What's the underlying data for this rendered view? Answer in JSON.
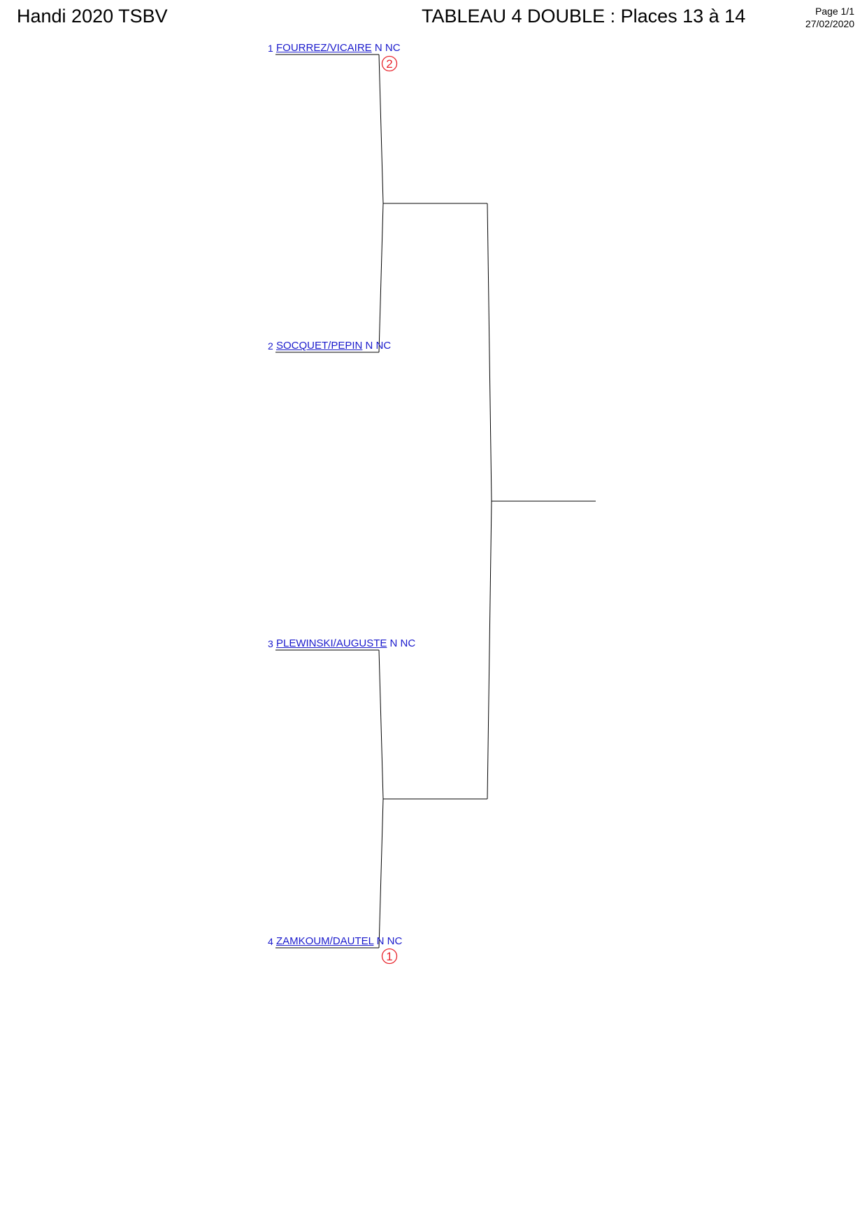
{
  "header": {
    "event": "Handi 2020 TSBV",
    "title": "TABLEAU 4 DOUBLE : Places 13 à 14",
    "page": "Page 1/1",
    "date": "27/02/2020"
  },
  "entries": [
    {
      "seed": "1",
      "name": "FOURREZ/VICAIRE",
      "class": "N NC",
      "badge": "2"
    },
    {
      "seed": "2",
      "name": "SOCQUET/PEPIN",
      "class": "N NC",
      "badge": ""
    },
    {
      "seed": "3",
      "name": "PLEWINSKI/AUGUSTE",
      "class": "N NC",
      "badge": ""
    },
    {
      "seed": "4",
      "name": "ZAMKOUM/DAUTEL",
      "class": "N NC",
      "badge": "1"
    }
  ],
  "colors": {
    "link": "#1a1acc",
    "badge": "#e8242c",
    "lines": "#000000"
  }
}
